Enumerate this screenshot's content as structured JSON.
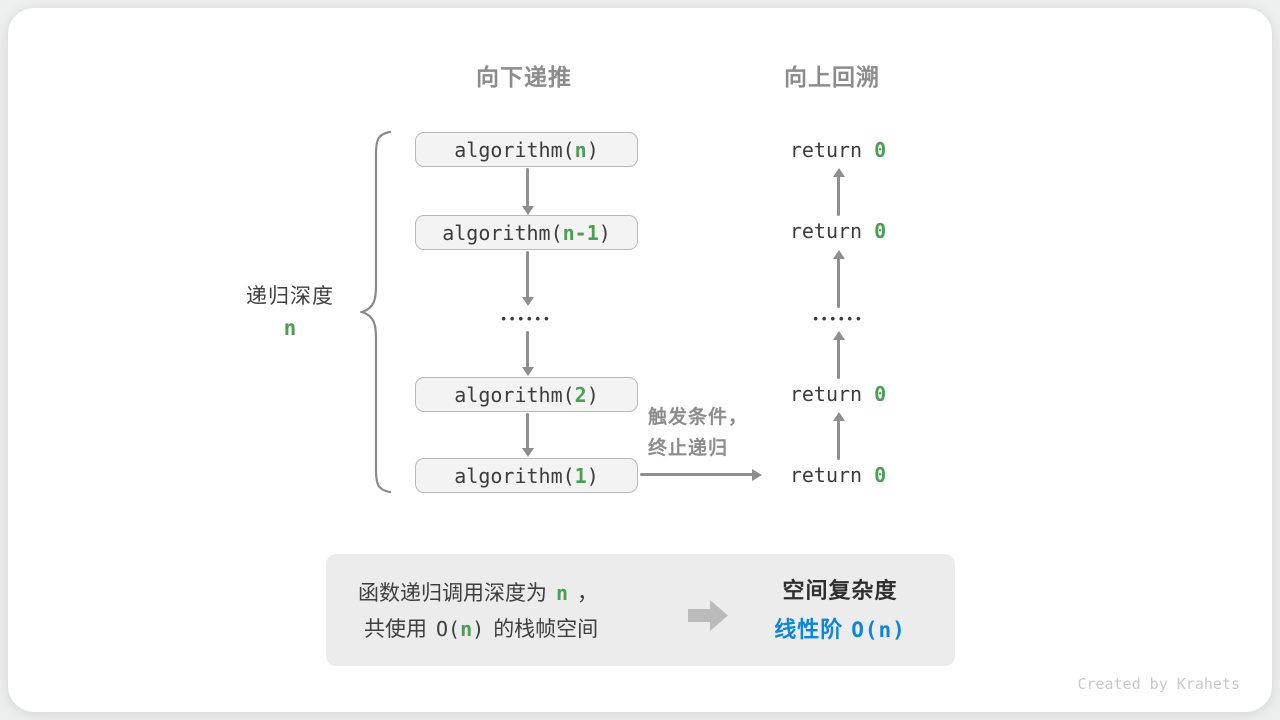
{
  "title_headers": {
    "downward": "向下递推",
    "upward": "向上回溯"
  },
  "depth_label": {
    "text": "递归深度",
    "variable": "n"
  },
  "stack": {
    "boxes": [
      {
        "fn": "algorithm(",
        "arg": "n",
        "close": ")"
      },
      {
        "fn": "algorithm(",
        "arg": "n-1",
        "close": ")"
      },
      {
        "fn": "algorithm(",
        "arg": "2",
        "close": ")"
      },
      {
        "fn": "algorithm(",
        "arg": "1",
        "close": ")"
      }
    ],
    "ellipsis": "••••••"
  },
  "returns": {
    "statements": [
      {
        "keyword": "return ",
        "value": "0"
      },
      {
        "keyword": "return ",
        "value": "0"
      },
      {
        "keyword": "return ",
        "value": "0"
      },
      {
        "keyword": "return ",
        "value": "0"
      }
    ],
    "ellipsis": "••••••"
  },
  "base_case_note": {
    "line1": "触发条件，",
    "line2": "终止递归"
  },
  "summary": {
    "line1_text": "函数递归调用深度为",
    "line1_var": "n",
    "line1_comma": "，",
    "line2_prefix": "共使用",
    "line2_big_o_open": "O(",
    "line2_big_o_var": "n",
    "line2_big_o_close": ")",
    "line2_suffix": "的栈帧空间",
    "result_title": "空间复杂度",
    "result_label": "线性阶",
    "result_o_open": "O(",
    "result_o_var": "n",
    "result_o_close": ")"
  },
  "credit": "Created by Krahets",
  "colors": {
    "green": "#4c9e53",
    "blue": "#0e86d5",
    "gray_heading": "#8c8c8c",
    "arrow_gray": "#8f8f8f",
    "dark_text": "#3c3c3c",
    "box_fill": "#f3f3f3",
    "box_border": "#b9b9b9",
    "panel_fill": "#ececec",
    "credit_gray": "#c9c9c9"
  }
}
